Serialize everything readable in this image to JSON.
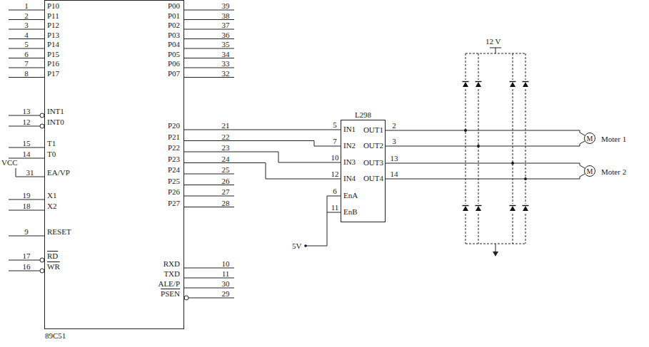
{
  "diagram": {
    "nodes": [
      {
        "text": [
          "89C51"
        ]
      },
      {
        "text": [
          "L298"
        ]
      },
      {
        "text": [
          "M",
          "Moter 1"
        ]
      },
      {
        "text": [
          "M",
          "Moter 2"
        ]
      }
    ],
    "edges": [
      {
        "from": 0,
        "to": 1,
        "arrow": "none"
      },
      {
        "from": 0,
        "to": 1,
        "arrow": "none"
      },
      {
        "from": 0,
        "to": 1,
        "arrow": "none"
      },
      {
        "from": 0,
        "to": 1,
        "arrow": "none"
      },
      {
        "from": 1,
        "to": 2,
        "arrow": "none"
      },
      {
        "from": 1,
        "to": 2,
        "arrow": "none"
      },
      {
        "from": 1,
        "to": 3,
        "arrow": "none"
      },
      {
        "from": 1,
        "to": 3,
        "arrow": "none"
      }
    ],
    "labels": [
      "1",
      "P10",
      "2",
      "P11",
      "3",
      "P12",
      "4",
      "P13",
      "5",
      "P14",
      "6",
      "P15",
      "7",
      "P16",
      "8",
      "P17",
      "13",
      "INT1",
      "12",
      "INT0",
      "15",
      "T1",
      "14",
      "T0",
      "31",
      "EA/VP",
      "19",
      "X1",
      "18",
      "X2",
      "9",
      "RESET",
      "17",
      "RD",
      "16",
      "WR",
      "VCC",
      "P00",
      "39",
      "P01",
      "38",
      "P02",
      "37",
      "P03",
      "36",
      "P04",
      "35",
      "P05",
      "34",
      "P06",
      "33",
      "P07",
      "32",
      "P20",
      "21",
      "P21",
      "22",
      "P22",
      "23",
      "P23",
      "24",
      "P24",
      "25",
      "P25",
      "26",
      "P26",
      "27",
      "P27",
      "28",
      "RXD",
      "10",
      "TXD",
      "11",
      "ALE/P",
      "30",
      "PSEN",
      "29",
      "5",
      "IN1",
      "7",
      "IN2",
      "10",
      "IN3",
      "12",
      "IN4",
      "6",
      "EnA",
      "11",
      "EnB",
      "OUT1",
      "2",
      "OUT2",
      "3",
      "OUT3",
      "13",
      "OUT4",
      "14",
      "5V",
      "12 V"
    ]
  }
}
